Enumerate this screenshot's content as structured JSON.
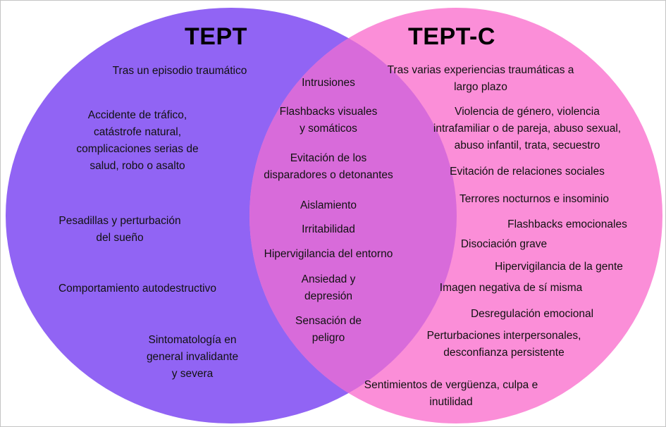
{
  "colors": {
    "left_circle": "#9164F4",
    "right_circle": "#FB8ED8",
    "overlap": "#D86BDA",
    "border": "#C4C4C4"
  },
  "left": {
    "title": "TEPT",
    "items": [
      "Tras un episodio traumático",
      "Accidente de tráfico,\ncatástrofe natural,\ncomplicaciones serias de\nsalud, robo o asalto",
      "Pesadillas y perturbación\ndel sueño",
      "Comportamiento autodestructivo",
      "Sintomatología en\ngeneral invalidante\ny severa"
    ]
  },
  "shared": {
    "items": [
      "Intrusiones",
      "Flashbacks visuales\ny somáticos",
      "Evitación de los\ndisparadores o detonantes",
      "Aislamiento",
      "Irritabilidad",
      "Hipervigilancia del entorno",
      "Ansiedad y\ndepresión",
      "Sensación de\npeligro"
    ]
  },
  "right": {
    "title": "TEPT-C",
    "items": [
      "Tras varias experiencias traumáticas a\nlargo plazo",
      "Violencia de género, violencia\nintrafamiliar o de pareja, abuso sexual,\nabuso infantil, trata, secuestro",
      "Evitación de relaciones sociales",
      "Terrores nocturnos e insominio",
      "Flashbacks emocionales",
      "Disociación grave",
      "Hipervigilancia de la gente",
      "Imagen negativa de sí misma",
      "Desregulación emocional",
      "Perturbaciones interpersonales,\ndesconfianza persistente",
      "Sentimientos de vergüenza, culpa e\ninutilidad"
    ]
  }
}
